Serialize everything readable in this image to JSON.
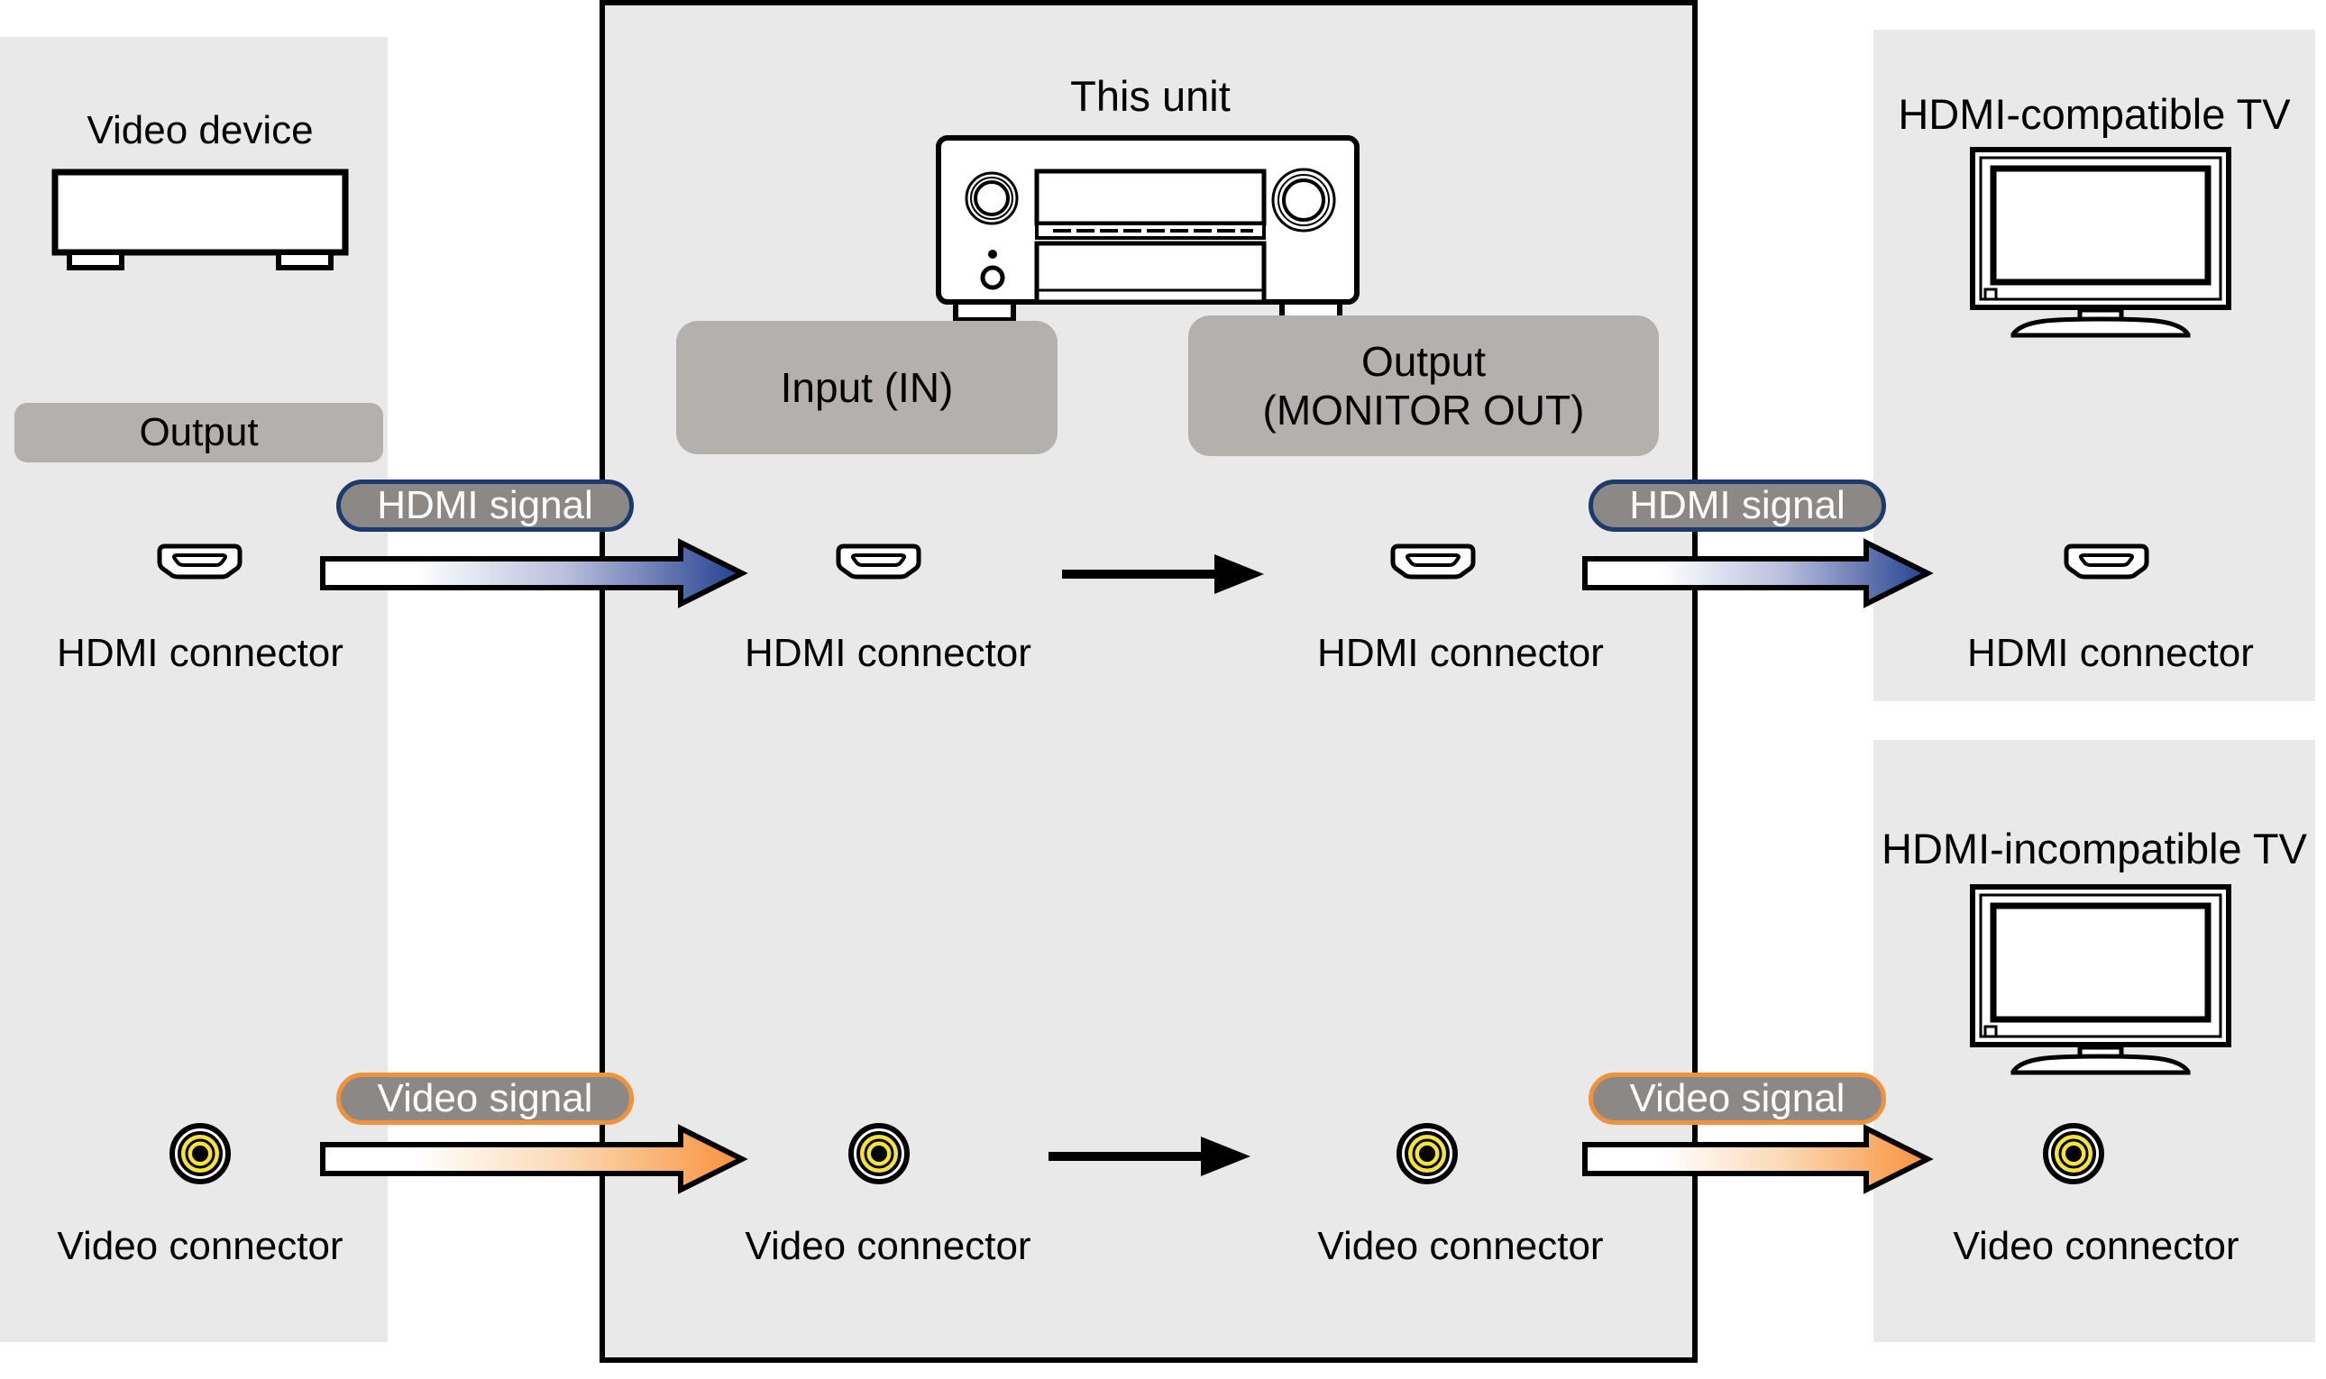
{
  "colors": {
    "panel_bg": "#e9e9e9",
    "box_label_bg": "#b3b0ad",
    "signal_badge_bg": "#8b8886",
    "hdmi_accent": "#1d3a6d",
    "hdmi_gradient_end": "#24418f",
    "video_accent": "#f0923c",
    "video_gradient_end": "#f8923c",
    "rca_yellow": "#f5e23b",
    "outline": "#000000"
  },
  "left_panel": {
    "title": "Video device",
    "output_badge": "Output",
    "hdmi_connector_label": "HDMI connector",
    "video_connector_label": "Video connector"
  },
  "unit": {
    "title": "This unit",
    "input_badge": "Input (IN)",
    "output_badge_line1": "Output",
    "output_badge_line2": "(MONITOR OUT)",
    "hdmi_connector_in_label": "HDMI connector",
    "hdmi_connector_out_label": "HDMI connector",
    "video_connector_in_label": "Video connector",
    "video_connector_out_label": "Video connector"
  },
  "right_top_panel": {
    "title": "HDMI-compatible TV",
    "hdmi_connector_label": "HDMI connector"
  },
  "right_bottom_panel": {
    "title": "HDMI-incompatible TV",
    "video_connector_label": "Video connector"
  },
  "signals": {
    "hdmi_left": "HDMI signal",
    "hdmi_right": "HDMI signal",
    "video_left": "Video signal",
    "video_right": "Video signal"
  }
}
